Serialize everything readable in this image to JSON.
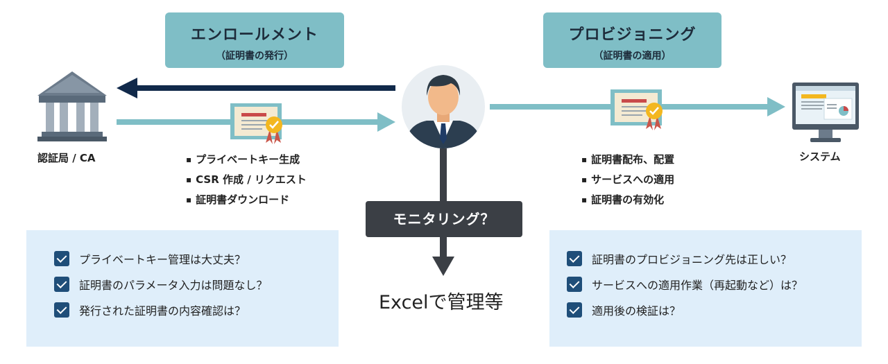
{
  "enrollment": {
    "title": "エンロールメント",
    "subtitle": "（証明書の発行）"
  },
  "provisioning": {
    "title": "プロビジョニング",
    "subtitle": "（証明書の適用）"
  },
  "ca": {
    "label": "認証局 / CA",
    "icon": "bank-icon"
  },
  "system": {
    "label": "システム",
    "icon": "monitor-icon"
  },
  "person": {
    "icon": "person-icon"
  },
  "enrollment_steps": [
    "プライベートキー生成",
    "CSR 作成 / リクエスト",
    "証明書ダウンロード"
  ],
  "provisioning_steps": [
    "証明書配布、配置",
    "サービスへの適用",
    "証明書の有効化"
  ],
  "monitoring": {
    "label": "モニタリング？",
    "note": "Excelで管理等"
  },
  "left_checks": [
    "プライベートキー管理は大丈夫？",
    "証明書のパラメータ入力は問題なし？",
    "発行された証明書の内容確認は？"
  ],
  "right_checks": [
    "証明書のプロビジョニング先は正しい？",
    "サービスへの適用作業（再起動など）は？",
    "適用後の検証は？"
  ],
  "colors": {
    "teal": "#7fbec6",
    "navy": "#11294a",
    "panel": "#dfeefa",
    "check": "#1f4e79",
    "dark_button": "#3b3f45"
  }
}
